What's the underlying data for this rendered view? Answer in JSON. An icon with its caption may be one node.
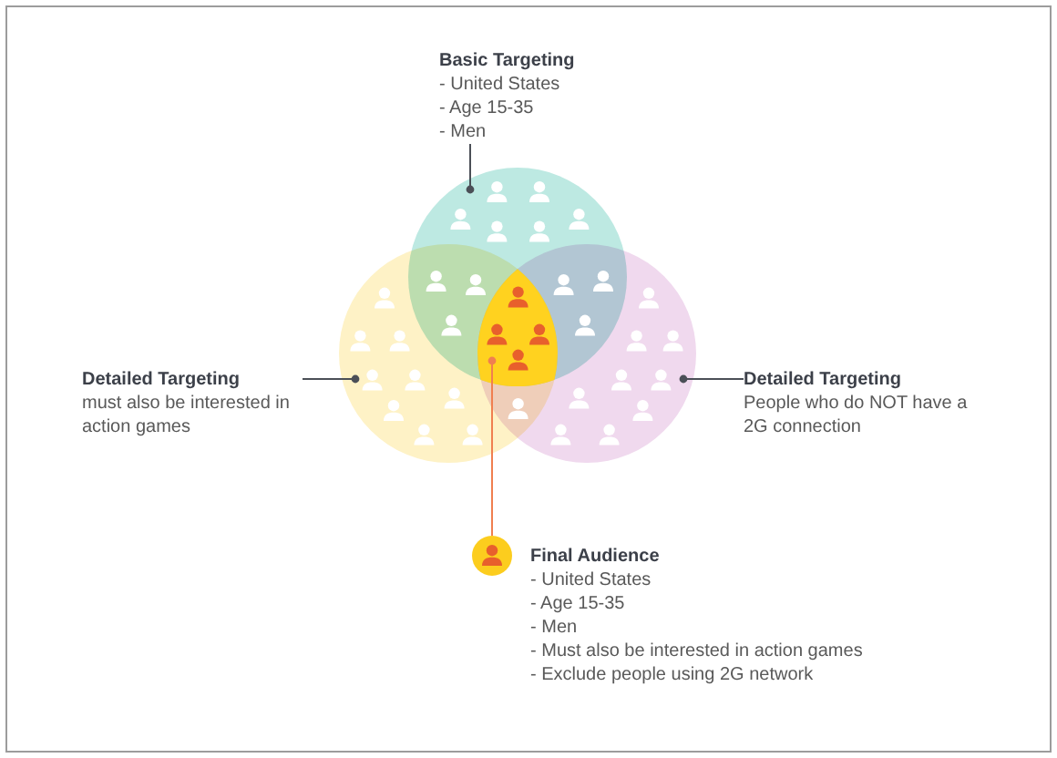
{
  "diagram": {
    "nodes": [
      {
        "text": [
          "Basic Targeting",
          "- United States",
          "- Age 15-35",
          "- Men"
        ]
      },
      {
        "text": [],
        "shape": "circle"
      },
      {
        "text": [],
        "shape": "circle"
      },
      {
        "text": [],
        "shape": "circle"
      },
      {
        "text": [],
        "shape": "lens"
      },
      {
        "text": [
          "Detailed Targeting",
          "must also be interested in action games"
        ]
      },
      {
        "text": [
          "Detailed Targeting",
          "People who do NOT have a 2G connection"
        ]
      },
      {
        "text": [],
        "shape": "circle",
        "beside": [
          "Final Audience",
          "- United States",
          "- Age 15-35",
          "- Men",
          "- Must also be interested in action games",
          "- Exclude people using 2G network"
        ]
      }
    ],
    "edges": [
      {
        "from": 0,
        "to": 1,
        "arrow": "other"
      },
      {
        "from": 5,
        "to": 2,
        "arrow": "other"
      },
      {
        "from": 6,
        "to": 3,
        "arrow": "other"
      },
      {
        "from": 7,
        "to": 4,
        "arrow": "other",
        "color": "#f07f50"
      }
    ]
  }
}
